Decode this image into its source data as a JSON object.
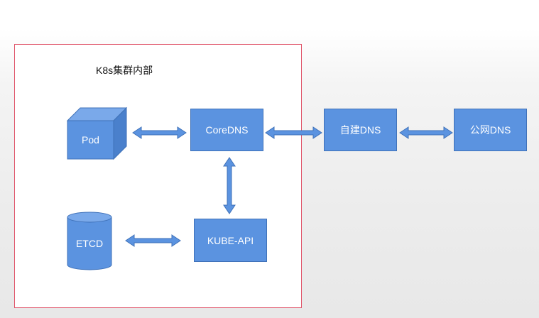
{
  "cluster": {
    "title": "K8s集群内部"
  },
  "nodes": {
    "pod": "Pod",
    "coredns": "CoreDNS",
    "selfdns": "自建DNS",
    "publicdns": "公网DNS",
    "etcd": "ETCD",
    "kubeapi": "KUBE-API"
  },
  "colors": {
    "node_fill": "#5b93e0",
    "node_border": "#3f71b8",
    "cluster_border": "#e0556a"
  }
}
